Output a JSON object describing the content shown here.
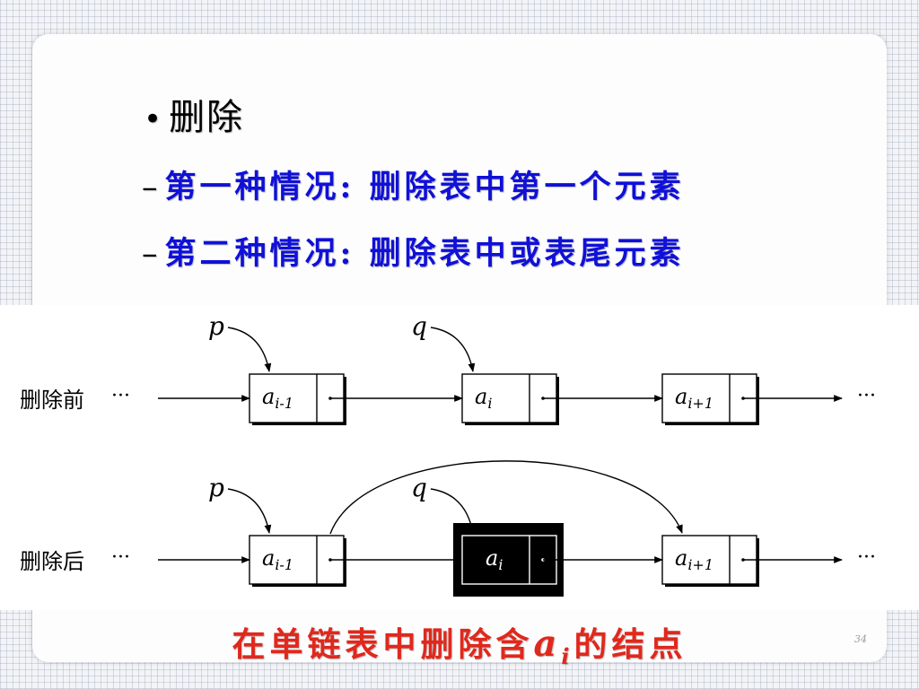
{
  "slide": {
    "bullet": "删除",
    "dash": "–",
    "subitems": [
      "第一种情况: 删除表中第一个元素",
      "第二种情况: 删除表中或表尾元素"
    ],
    "caption_prefix": "在单链表中删除含",
    "caption_symbol": "a",
    "caption_symbol_sub": "i",
    "caption_suffix": "的结点",
    "page_number": "34"
  },
  "diagram": {
    "rows": [
      {
        "label": "删除前",
        "lead_ellipsis": "···",
        "tail_ellipsis": "···",
        "pointers": [
          "p",
          "q"
        ],
        "nodes": [
          {
            "base": "a",
            "sub": "i-1"
          },
          {
            "base": "a",
            "sub": "i"
          },
          {
            "base": "a",
            "sub": "i+1"
          }
        ]
      },
      {
        "label": "删除后",
        "lead_ellipsis": "···",
        "tail_ellipsis": "···",
        "pointers": [
          "p",
          "q"
        ],
        "nodes": [
          {
            "base": "a",
            "sub": "i-1"
          },
          {
            "base": "a",
            "sub": "i",
            "highlighted": true
          },
          {
            "base": "a",
            "sub": "i+1"
          }
        ]
      }
    ],
    "colors": {
      "ink": "#000000",
      "highlight_fill": "#000000",
      "highlight_text": "#ffffff"
    }
  }
}
